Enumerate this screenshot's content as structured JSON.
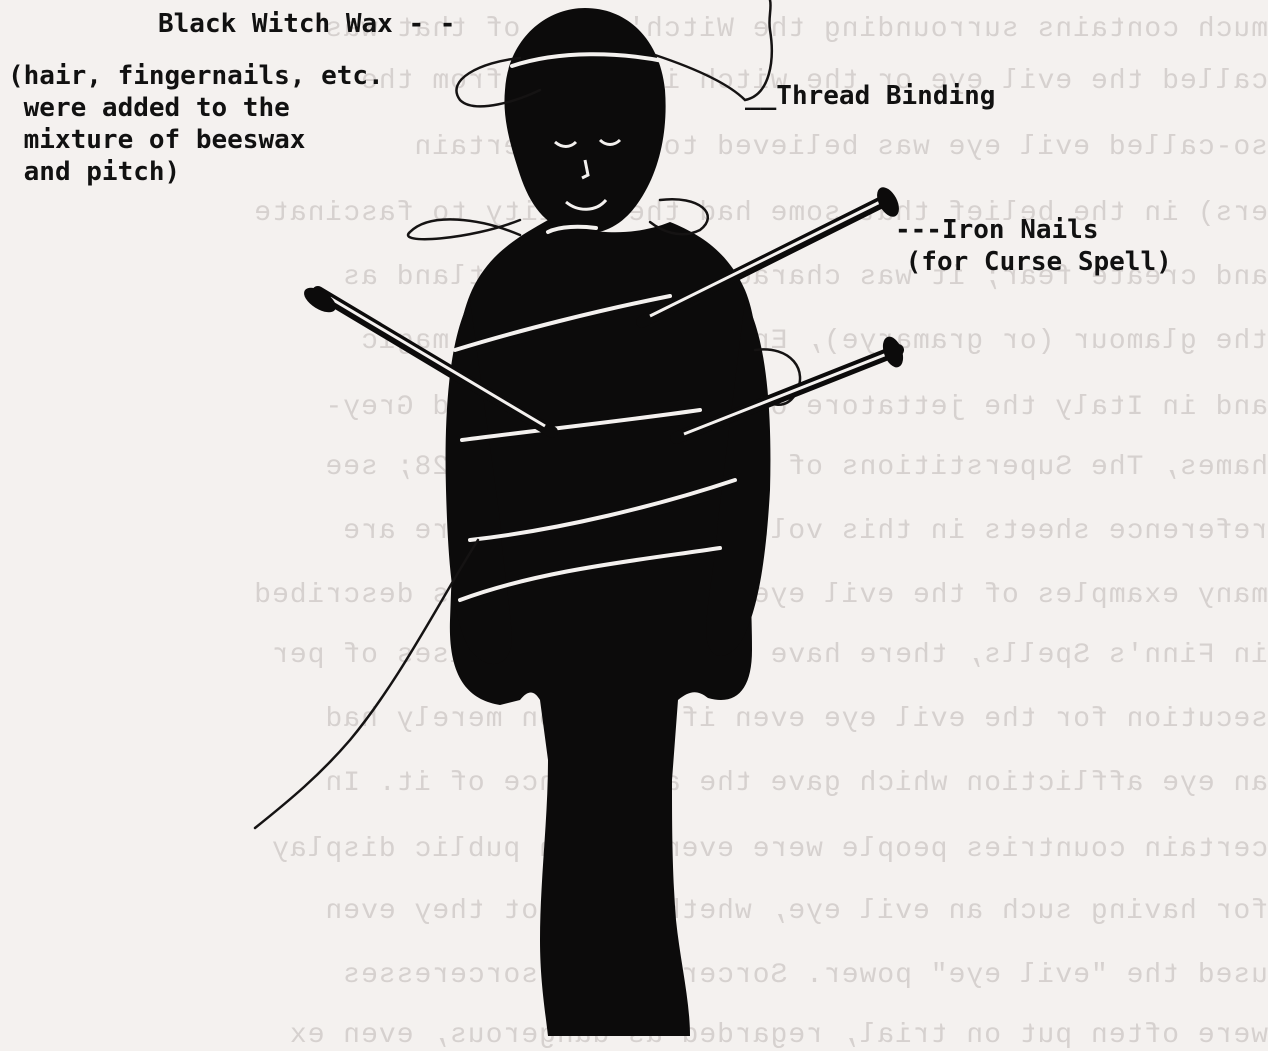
{
  "labels": {
    "wax": "Black Witch Wax - -",
    "wax_note": [
      "(hair, fingernails, etc.",
      " were added to the",
      " mixture of beeswax",
      " and pitch)"
    ],
    "thread": "__Thread Binding",
    "nails": "---Iron Nails",
    "nails_note": " (for Curse Spell)"
  }
}
